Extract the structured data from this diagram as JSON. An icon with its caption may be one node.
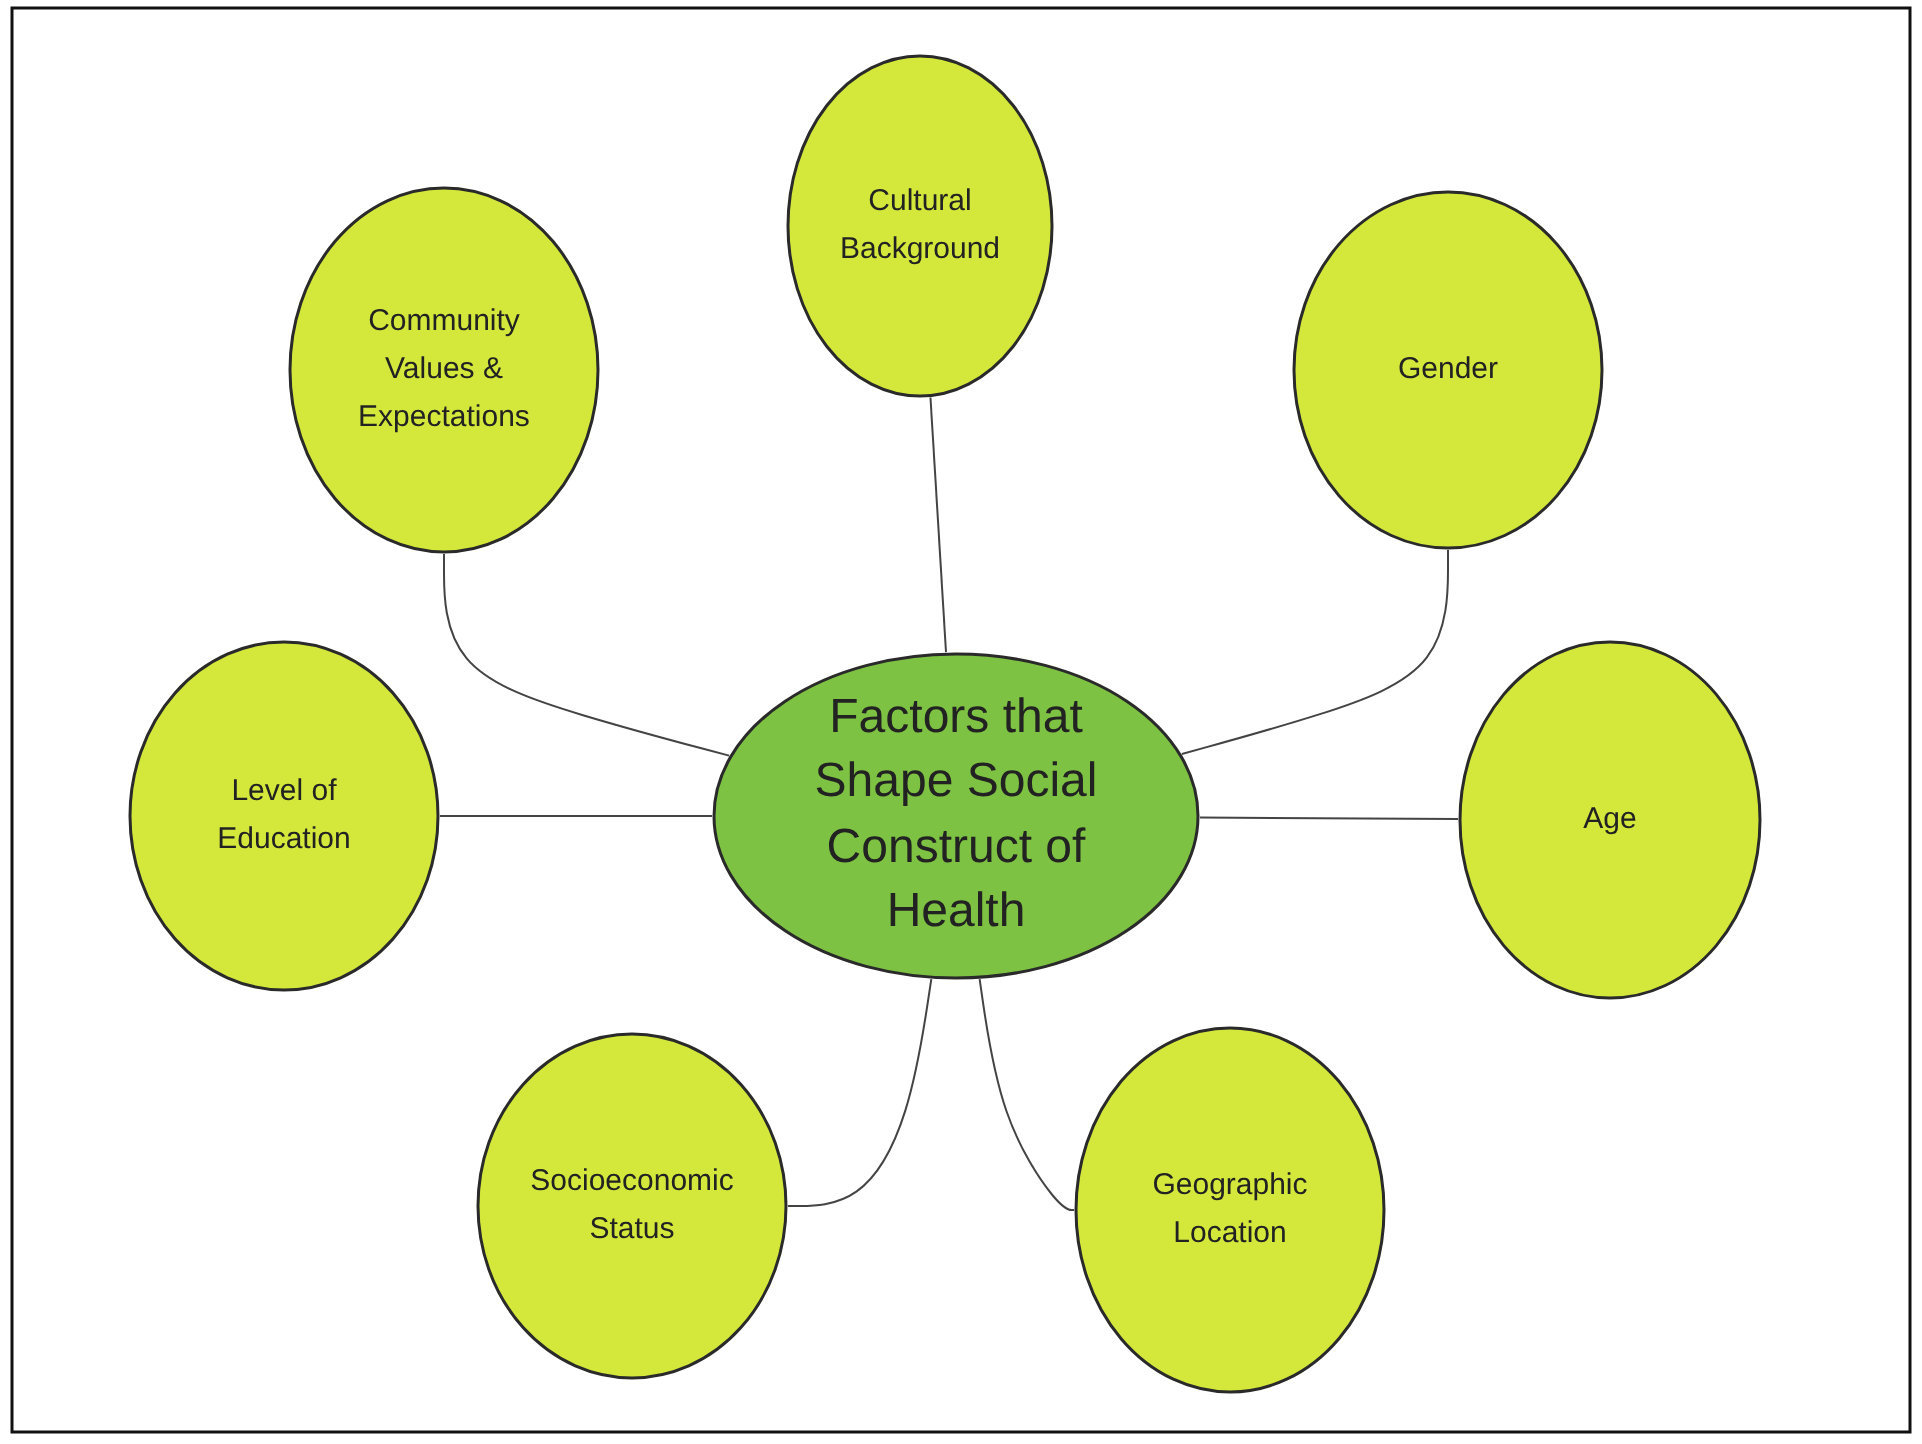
{
  "diagram": {
    "nodes": [
      {
        "text": [
          "Cultural Background"
        ]
      },
      {
        "text": [
          "Community Values & Expectations"
        ]
      },
      {
        "text": [
          "Gender"
        ]
      },
      {
        "text": [
          "Level of Education"
        ]
      },
      {
        "text": [
          "Factors that Shape Social Construct of Health"
        ]
      },
      {
        "text": [
          "Age"
        ]
      },
      {
        "text": [
          "Socioeconomic Status"
        ]
      },
      {
        "text": [
          "Geographic Location"
        ]
      }
    ],
    "edges": [
      {
        "from": 4,
        "to": 0,
        "arrow": "none"
      },
      {
        "from": 4,
        "to": 1,
        "arrow": "none"
      },
      {
        "from": 4,
        "to": 2,
        "arrow": "none"
      },
      {
        "from": 4,
        "to": 3,
        "arrow": "none"
      },
      {
        "from": 4,
        "to": 5,
        "arrow": "none"
      },
      {
        "from": 4,
        "to": 6,
        "arrow": "none"
      },
      {
        "from": 4,
        "to": 7,
        "arrow": "none"
      }
    ]
  }
}
